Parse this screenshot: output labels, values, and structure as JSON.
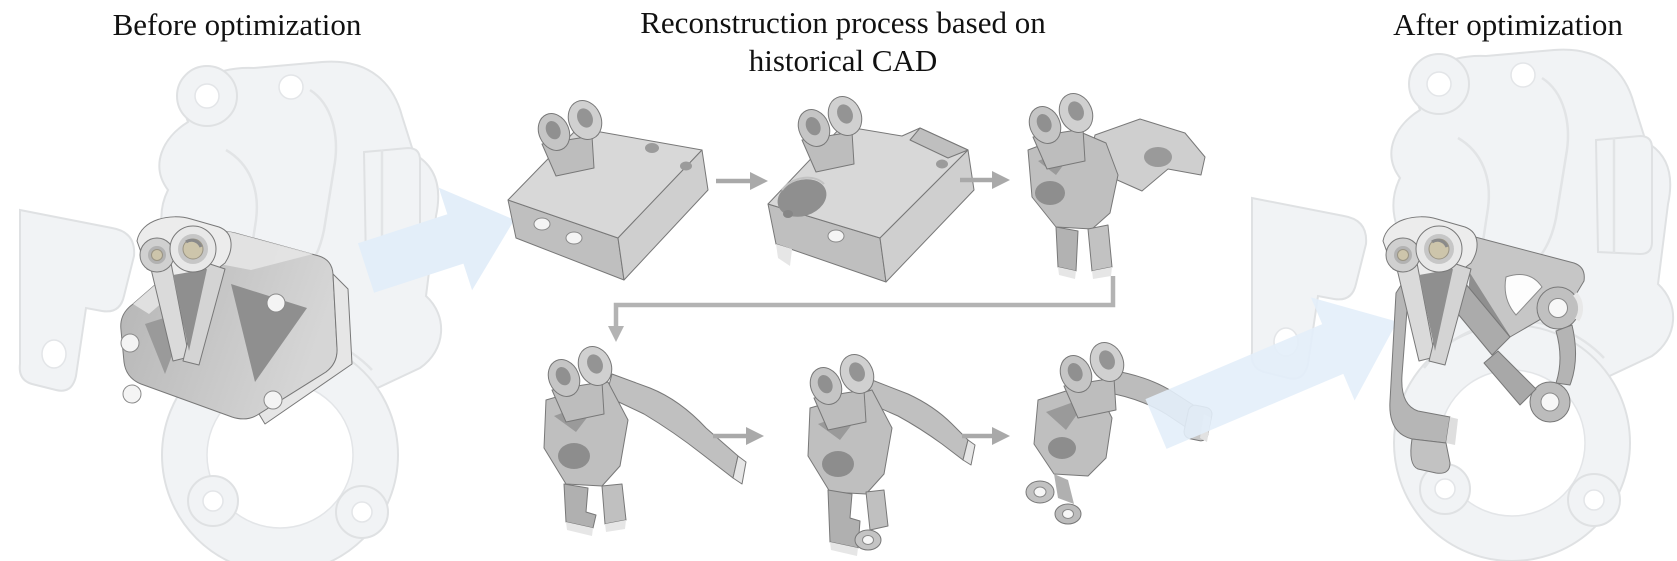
{
  "titles": {
    "before": "Before optimization",
    "reconstruction": "Reconstruction process based on historical CAD",
    "after": "After optimization"
  },
  "colors": {
    "background": "#ffffff",
    "title_text": "#111111",
    "part_face_top": "#d8d8d8",
    "part_face_mid": "#bfbfbf",
    "part_face_side": "#cfcfcf",
    "part_face_light": "#e6e6e6",
    "part_face_dark": "#9a9a9a",
    "part_recess": "#8f8f8f",
    "part_edge": "#787878",
    "ghost_fill": "#eff1f3",
    "ghost_edge": "#d8dbdd",
    "bushing_brass": "#cdc5ab",
    "arrow_gray": "#a9a9a9",
    "arrow_blue": "#e3eef9"
  },
  "parts": {
    "left_background": "ghost-steering-knuckle",
    "left_foreground": "solid-bracket-before",
    "right_background": "ghost-steering-knuckle",
    "right_foreground": "optimized-bracket-after",
    "reconstruction_steps": [
      "solid-base-model",
      "carved-model",
      "skeletonized-model",
      "skeleton-with-arm",
      "refined-skeleton",
      "final-reconstructed-model"
    ]
  }
}
